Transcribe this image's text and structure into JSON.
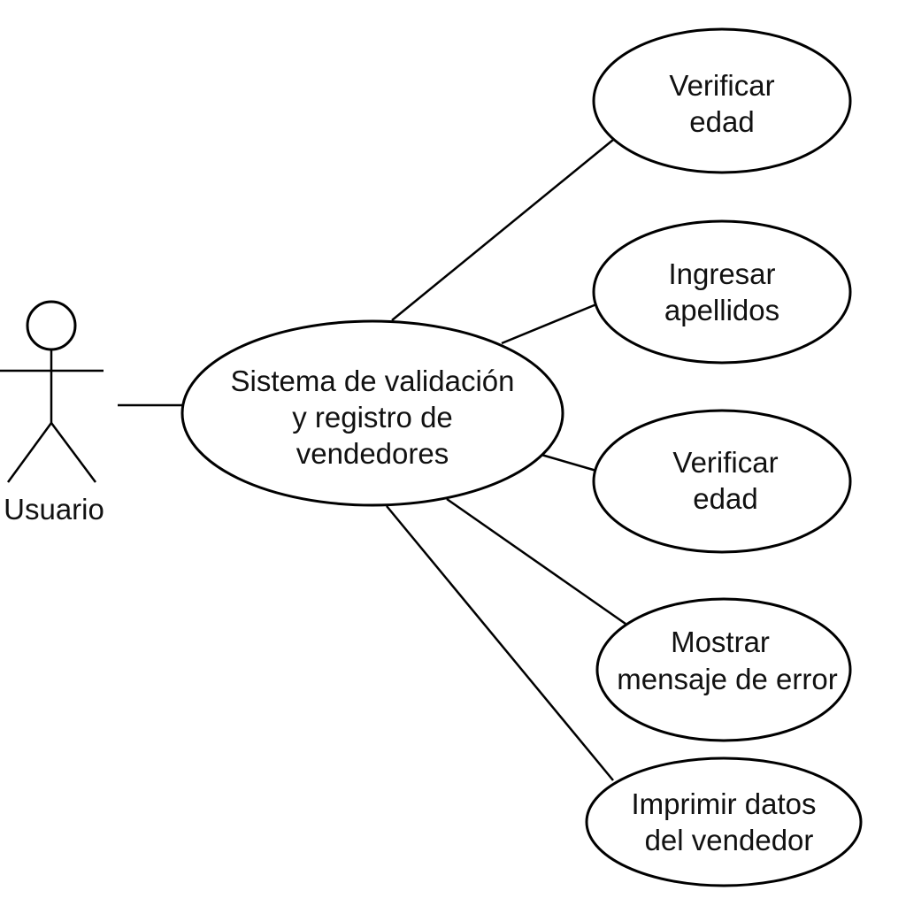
{
  "actor": {
    "label": "Usuario"
  },
  "system": {
    "lines": [
      "Sistema de validación",
      "y registro de",
      "vendedores"
    ]
  },
  "use_cases": [
    {
      "id": "uc1",
      "lines": [
        "Verificar",
        "edad"
      ]
    },
    {
      "id": "uc2",
      "lines": [
        "Ingresar",
        "apellidos"
      ]
    },
    {
      "id": "uc3",
      "lines": [
        "Verificar",
        "edad"
      ]
    },
    {
      "id": "uc4",
      "lines": [
        "Mostrar",
        "mensaje de error"
      ]
    },
    {
      "id": "uc5",
      "lines": [
        "Imprimir datos",
        "del vendedor"
      ]
    }
  ],
  "colors": {
    "stroke": "#000000",
    "background": "#ffffff",
    "text": "#111111"
  }
}
